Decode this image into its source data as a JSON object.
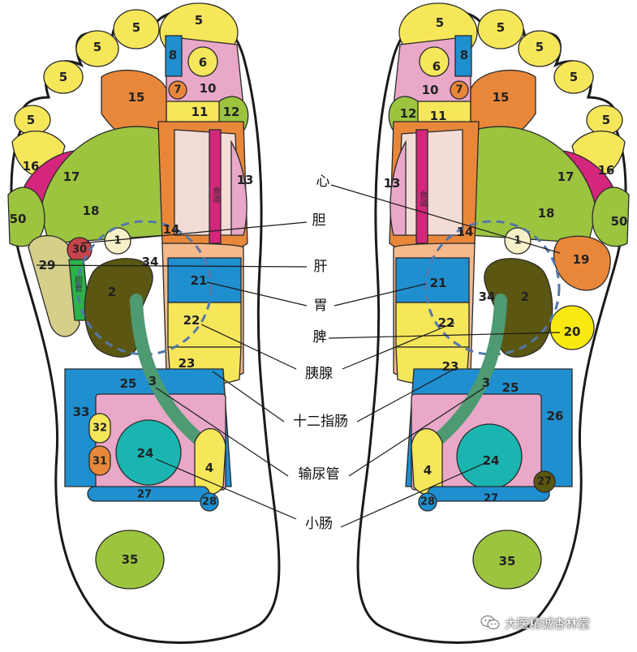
{
  "labels": {
    "heart": "心",
    "gallbladder": "胆",
    "liver": "肝",
    "stomach": "胃",
    "spleen": "脾",
    "pancreas": "胰腺",
    "duodenum": "十二指肠",
    "ureter": "输尿管",
    "small_intestine": "小肠"
  },
  "left_foot": {
    "toe1": "5",
    "toe2": "5",
    "toe3": "5",
    "toe4": "5",
    "toe5": "5",
    "z6": "6",
    "z7": "7",
    "z8": "8",
    "z10": "10",
    "z11": "11",
    "z12": "12",
    "z13": "13",
    "z14": "14",
    "z15": "15",
    "z16": "16",
    "z17": "17",
    "z18": "18",
    "z50": "50",
    "z1": "1",
    "z30": "30",
    "z29": "29",
    "z34": "34",
    "z2": "2",
    "z21": "21",
    "z22": "22",
    "z23": "23",
    "z3": "3",
    "z25": "25",
    "z33": "33",
    "z32": "32",
    "z31": "31",
    "z24": "24",
    "z4": "4",
    "z27": "27",
    "z28": "28",
    "z35": "35",
    "esophagus_text": "食道",
    "gallduct_text": "胆管"
  },
  "right_foot": {
    "toe1": "5",
    "toe2": "5",
    "toe3": "5",
    "toe4": "5",
    "toe5": "5",
    "z6": "6",
    "z7": "7",
    "z8": "8",
    "z10": "10",
    "z11": "11",
    "z12": "12",
    "z13": "13",
    "z14": "14",
    "z15": "15",
    "z16": "16",
    "z17": "17",
    "z18": "18",
    "z50": "50",
    "z1": "1",
    "z19": "19",
    "z34": "34",
    "z2": "2",
    "z20": "20",
    "z21": "21",
    "z22": "22",
    "z23": "23",
    "z3": "3",
    "z25": "25",
    "z26": "26",
    "z24": "24",
    "z4": "4",
    "z27": "27",
    "z28": "28",
    "z35": "35",
    "esophagus_text": "食道"
  },
  "watermark": "大医精诚杏林堂",
  "colors": {
    "yellow": "#f6e65a",
    "pink": "#e9a8c8",
    "magenta": "#d4267a",
    "orange": "#e8873a",
    "lime": "#9cc43f",
    "blue": "#1f8fd0",
    "teal": "#1ab5b0",
    "olive": "#5b5712",
    "tan": "#d6cf8a",
    "green": "#2bb34a",
    "darkgreen": "#4e9a72",
    "peach": "#f5b98b",
    "lightblue": "#a9d2ec",
    "cream": "#f8f0c8"
  }
}
